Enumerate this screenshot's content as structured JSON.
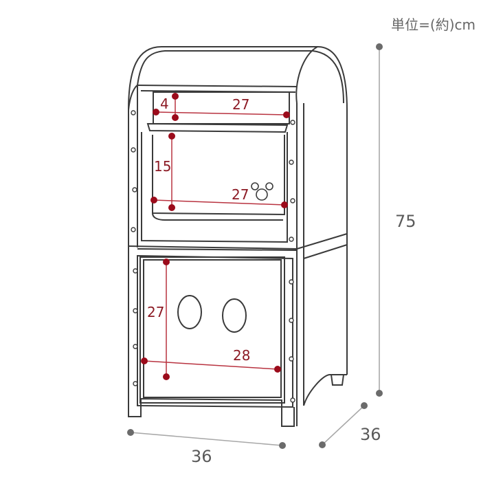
{
  "unit_label": "単位=(約)cm",
  "colors": {
    "outline": "#3a3a3a",
    "red_marker": "#9b0b1b",
    "red_line": "#b8323f",
    "grey_marker": "#6b6b6b",
    "grey_line": "#a8a8a8",
    "red_text": "#8c1a24",
    "grey_text": "#5a5a5a"
  },
  "dimensions": {
    "shelf_gap": "4",
    "shelf_width": "27",
    "window_height": "15",
    "window_width": "27",
    "door_height": "27",
    "door_width": "28",
    "total_height": "75",
    "width": "36",
    "depth": "36"
  }
}
